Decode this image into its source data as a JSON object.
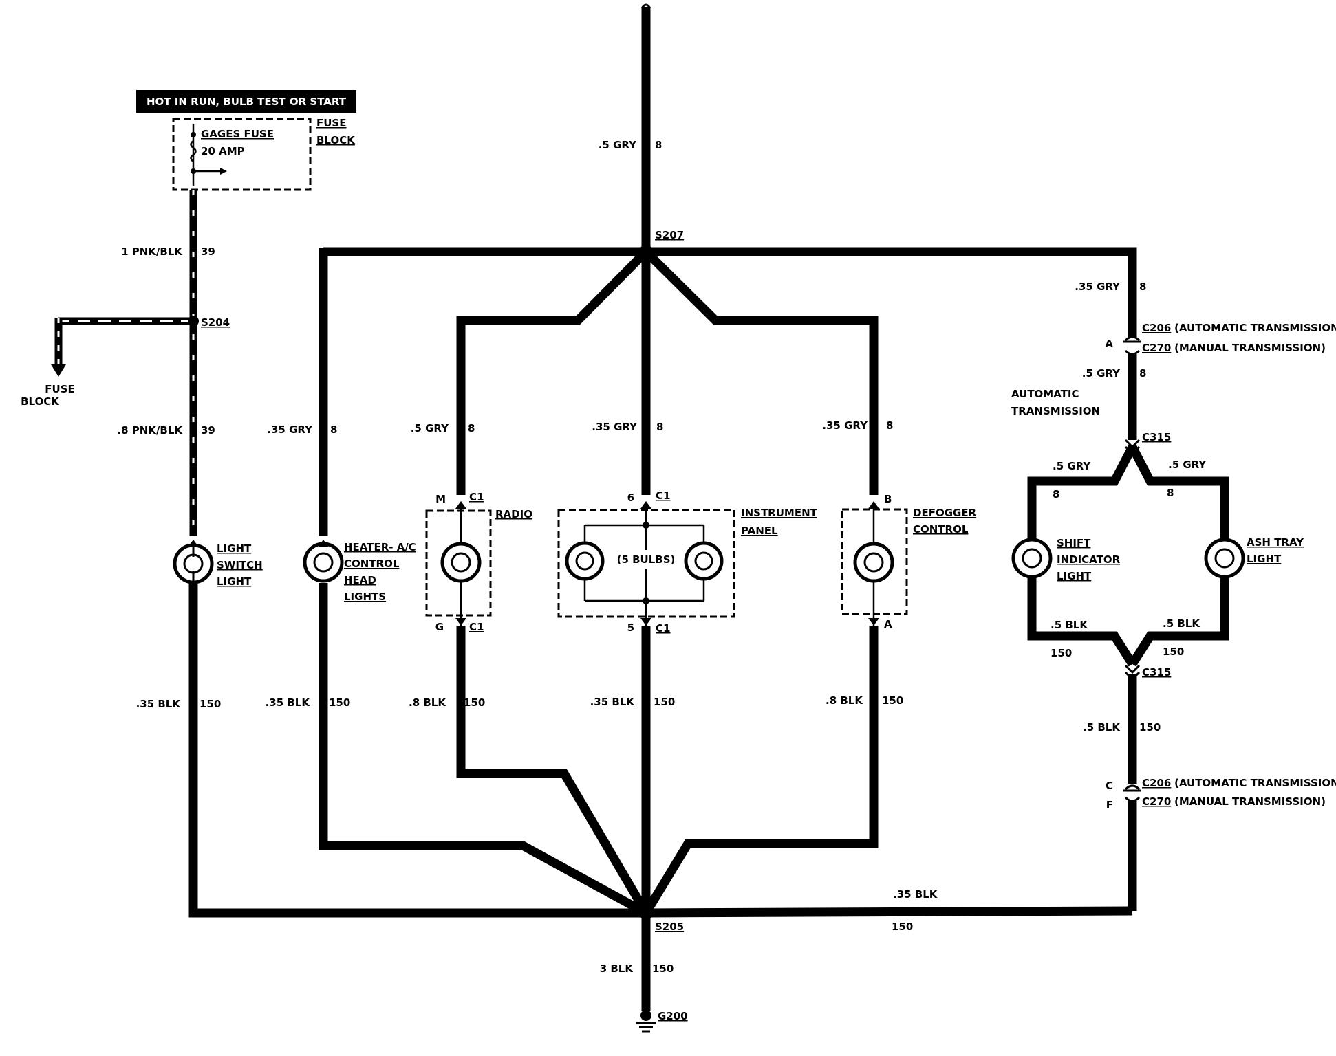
{
  "header": {
    "hot_label": "HOT IN RUN, BULB TEST OR START"
  },
  "fuse": {
    "name": "GAGES FUSE",
    "rating": "20 AMP",
    "block_line1": "FUSE",
    "block_line2": "BLOCK"
  },
  "wires": {
    "top_gry": ".5 GRY",
    "top_gry_num": "8",
    "pnk1": "1 PNK/BLK",
    "pnk1_num": "39",
    "pnk8": ".8 PNK/BLK",
    "pnk8_num": "39",
    "heater_gry": ".35 GRY",
    "heater_gry_num": "8",
    "radio_gry": ".5 GRY",
    "radio_gry_num": "8",
    "ip_gry": ".35 GRY",
    "ip_gry_num": "8",
    "def_gry": ".35 GRY",
    "def_gry_num": "8",
    "right_gry1": ".35 GRY",
    "right_gry1_num": "8",
    "right_gry2": ".5 GRY",
    "right_gry2_num": "8",
    "shift_gry": ".5 GRY",
    "shift_gry_num": "8",
    "ash_gry": ".5 GRY",
    "ash_gry_num": "8",
    "light_blk": ".35 BLK",
    "light_blk_num": "150",
    "heater_blk": ".35 BLK",
    "heater_blk_num": "150",
    "radio_blk": ".8 BLK",
    "radio_blk_num": "150",
    "ip_blk": ".35 BLK",
    "ip_blk_num": "150",
    "def_blk": ".8 BLK",
    "def_blk_num": "150",
    "shift_blk": ".5 BLK",
    "shift_blk_num": "150",
    "ash_blk": ".5 BLK",
    "ash_blk_num": "150",
    "right_blk": ".5 BLK",
    "right_blk_num": "150",
    "bottom_blk": ".35 BLK",
    "bottom_blk_num": "150",
    "ground_blk": "3 BLK",
    "ground_blk_num": "150"
  },
  "splices": {
    "s207": "S207",
    "s204": "S204",
    "s205": "S205",
    "g200": "G200"
  },
  "fuse_block_arrow": {
    "line1": "FUSE",
    "line2": "BLOCK"
  },
  "components": {
    "light_switch": [
      "LIGHT",
      "SWITCH",
      "LIGHT"
    ],
    "heater": [
      "HEATER- A/C",
      "CONTROL",
      "HEAD",
      "LIGHTS"
    ],
    "radio": "RADIO",
    "instrument_panel": [
      "INSTRUMENT",
      "PANEL"
    ],
    "bulbs": "(5 BULBS)",
    "defogger": [
      "DEFOGGER",
      "CONTROL"
    ],
    "shift": [
      "SHIFT",
      "INDICATOR",
      "LIGHT"
    ],
    "ash_tray": [
      "ASH TRAY",
      "LIGHT"
    ],
    "auto_trans": [
      "AUTOMATIC",
      "TRANSMISSION"
    ]
  },
  "connectors": {
    "radio_top_pin": "M",
    "radio_top_c": "C1",
    "radio_bot_pin": "G",
    "radio_bot_c": "C1",
    "ip_top_pin": "6",
    "ip_top_c": "C1",
    "ip_bot_pin": "5",
    "ip_bot_c": "C1",
    "def_top_pin": "B",
    "def_bot_pin": "A",
    "c315_top": "C315",
    "c315_bot": "C315",
    "top_pin": "A",
    "bot_pin_c": "C",
    "bot_pin_f": "F",
    "c206": "C206",
    "c206_text": "(AUTOMATIC TRANSMISSION)",
    "c270": "C270",
    "c270_text": "(MANUAL TRANSMISSION)"
  }
}
